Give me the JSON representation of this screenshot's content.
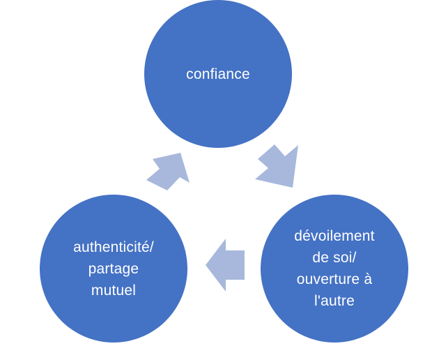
{
  "diagram": {
    "nodes": [
      {
        "label": "confiance"
      },
      {
        "label": "dévoilement\nde soi/\nouverture à\nl'autre"
      },
      {
        "label": "authenticité/\npartage\nmutuel"
      }
    ],
    "colors": {
      "node_fill": "#4472c4",
      "arrow_fill": "#a7b8dc",
      "text": "#ffffff"
    }
  }
}
